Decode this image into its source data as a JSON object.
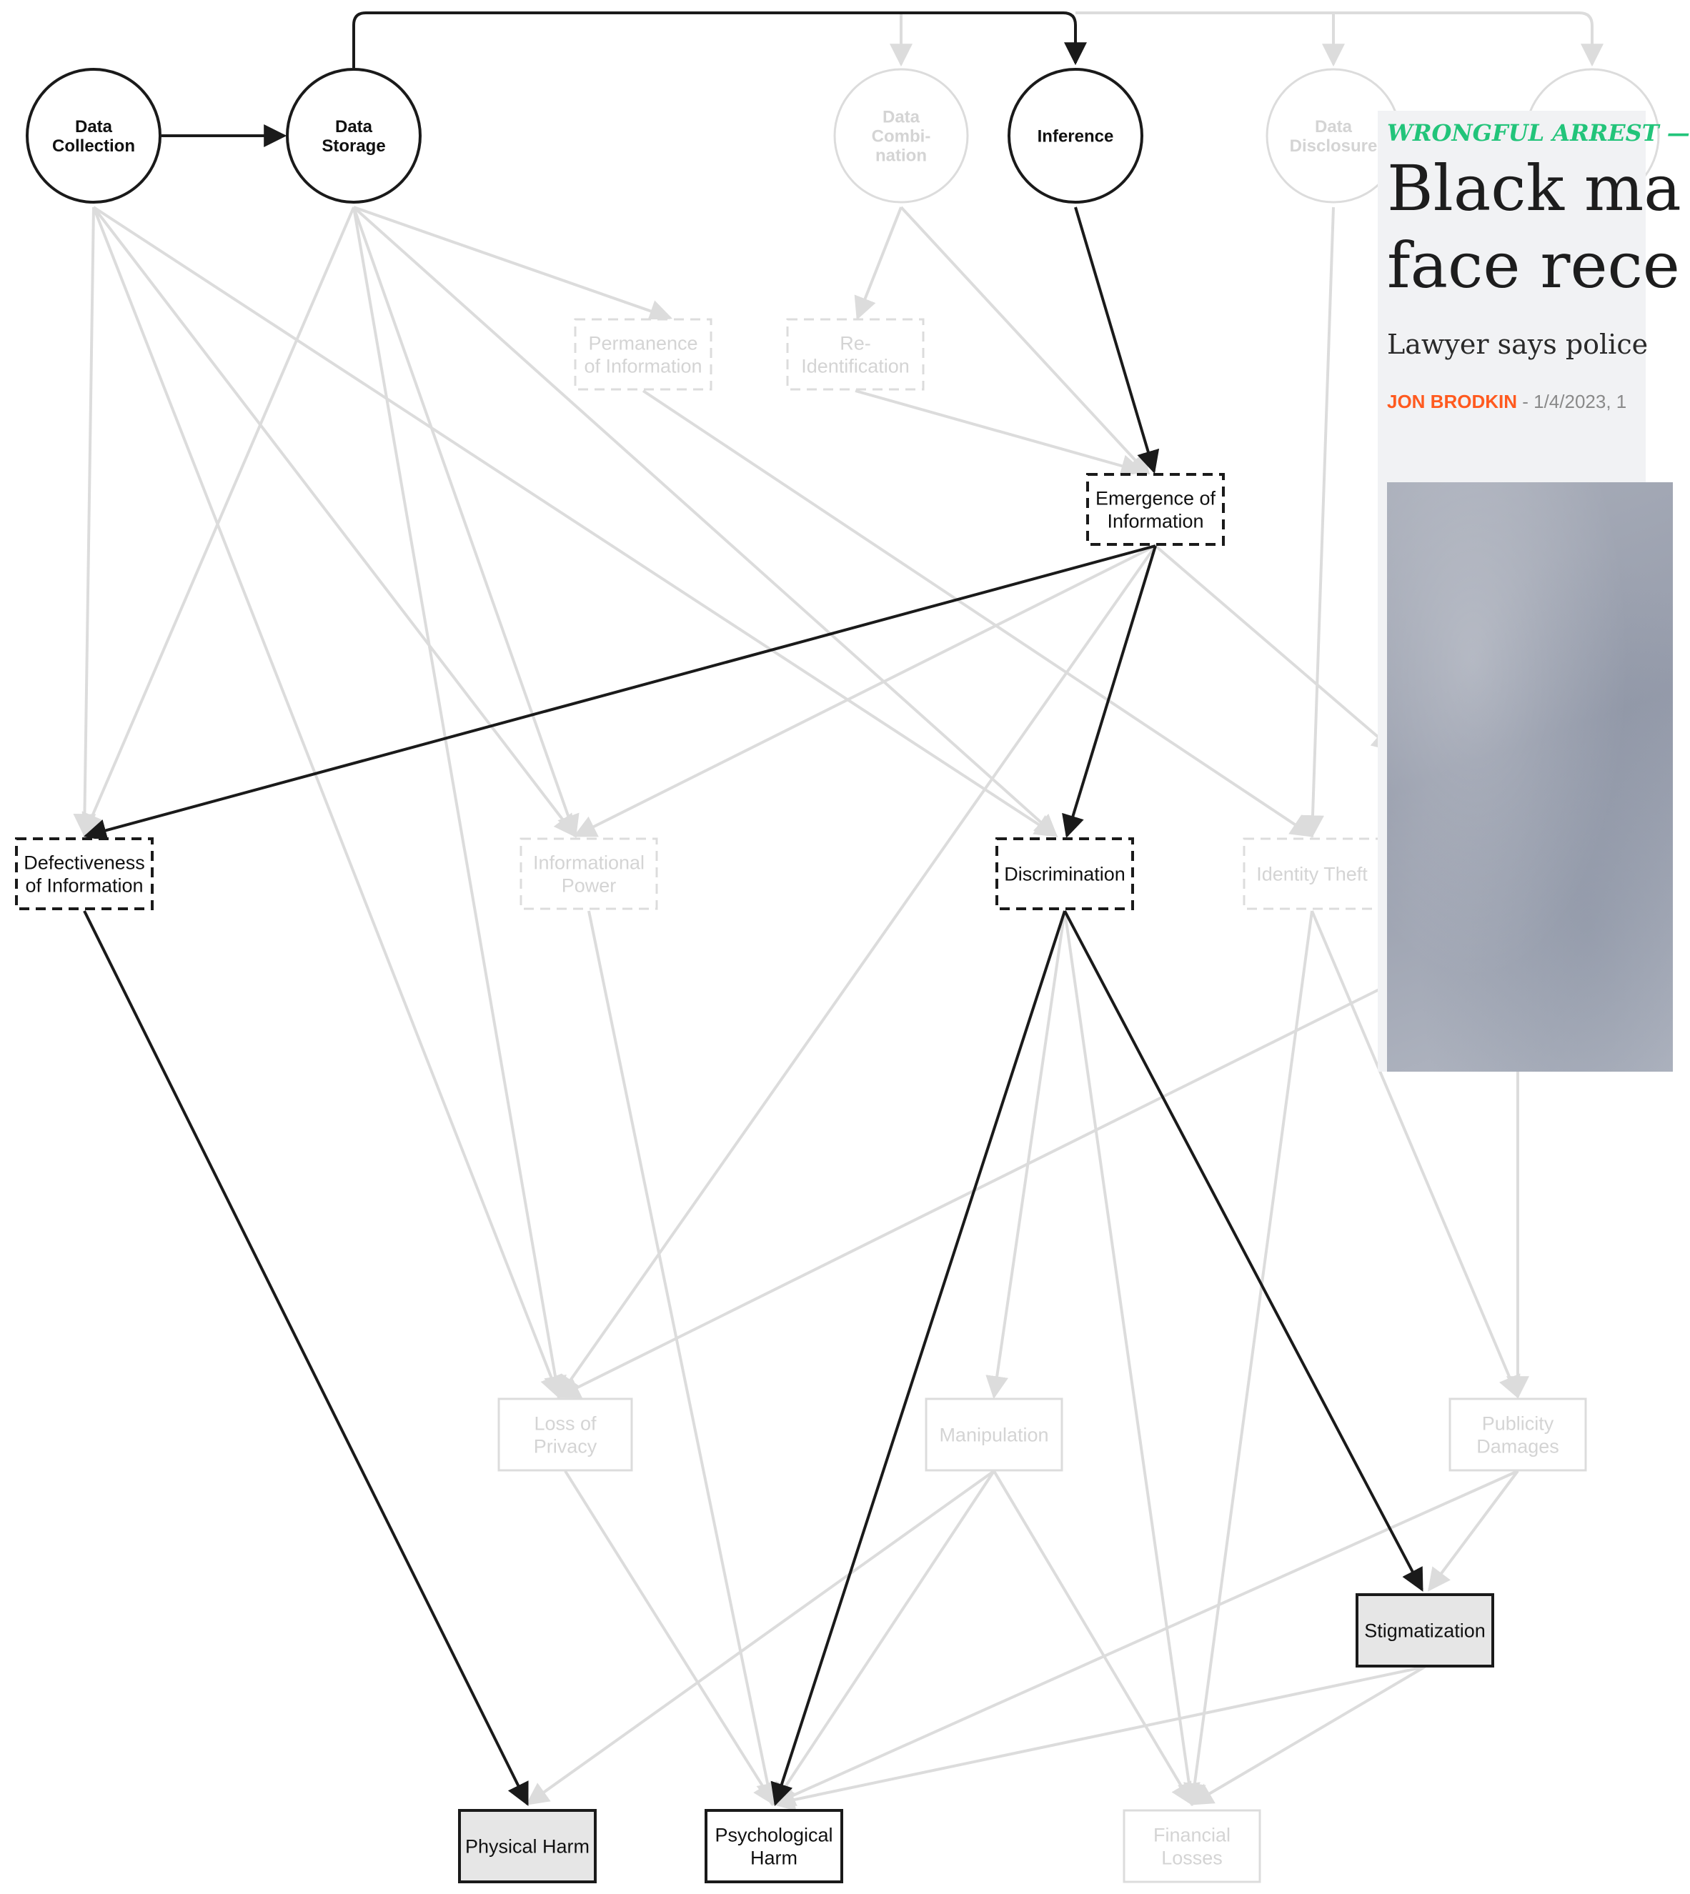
{
  "nodes": {
    "data_collection": "Data\nCollection",
    "data_storage": "Data\nStorage",
    "data_combination": "Data\nCombi-\nnation",
    "inference": "Inference",
    "data_disclosure": "Data\nDisclosure",
    "permanence_of_information": "Permanence\nof Information",
    "re_identification": "Re-\nIdentification",
    "emergence_of_information": "Emergence of\nInformation",
    "defectiveness_of_information": "Defectiveness\nof Information",
    "informational_power": "Informational\nPower",
    "discrimination": "Discrimination",
    "identity_theft": "Identity Theft",
    "loss_of_privacy": "Loss of\nPrivacy",
    "manipulation": "Manipulation",
    "publicity_damages": "Publicity\nDamages",
    "stigmatization": "Stigmatization",
    "physical_harm": "Physical Harm",
    "psychological_harm": "Psychological\nHarm",
    "financial_losses": "Financial\nLosses"
  },
  "article": {
    "kicker": "WRONGFUL ARREST —",
    "headline": "Black ma\nface rece",
    "subhead": "Lawyer says police",
    "author": "JON BRODKIN",
    "date": " - 1/4/2023, 1"
  },
  "colors": {
    "highlight": "#1a1a1a",
    "faded": "#dcdcdc",
    "faded_text": "#d4d4d4",
    "harm_fill": "#e6e6e6",
    "kicker": "#22c47a",
    "author": "#ff5a1f"
  }
}
